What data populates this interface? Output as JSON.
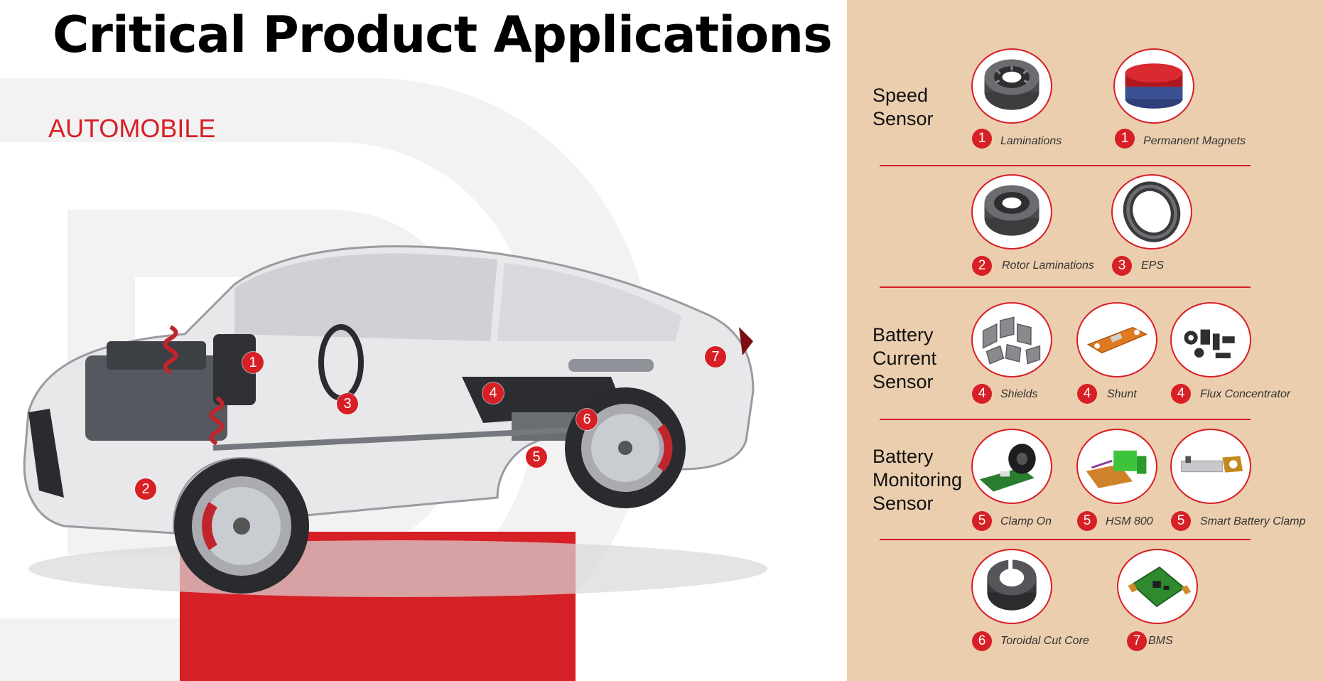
{
  "title": "Critical Product Applications",
  "category": "AUTOMOBILE",
  "car_markers": [
    "1",
    "2",
    "3",
    "4",
    "5",
    "6",
    "7"
  ],
  "groups": {
    "speed_sensor": "Speed\nSensor",
    "battery_current_sensor": "Battery\nCurrent\nSensor",
    "battery_monitoring_sensor": "Battery\nMonitoring\nSensor"
  },
  "items": [
    {
      "num": "1",
      "name": "Laminations",
      "icon": "lamination-icon"
    },
    {
      "num": "1",
      "name": "Permanent Magnets",
      "icon": "magnet-icon"
    },
    {
      "num": "2",
      "name": "Rotor Laminations",
      "icon": "rotor-lamination-icon"
    },
    {
      "num": "3",
      "name": "EPS",
      "icon": "eps-ring-icon"
    },
    {
      "num": "4",
      "name": "Shields",
      "icon": "shields-icon"
    },
    {
      "num": "4",
      "name": "Shunt",
      "icon": "shunt-icon"
    },
    {
      "num": "4",
      "name": "Flux Concentrator",
      "icon": "flux-concentrator-icon"
    },
    {
      "num": "5",
      "name": "Clamp On",
      "icon": "clamp-on-icon"
    },
    {
      "num": "5",
      "name": "HSM 800",
      "icon": "hsm-800-icon"
    },
    {
      "num": "5",
      "name": "Smart Battery Clamp",
      "icon": "smart-battery-clamp-icon"
    },
    {
      "num": "6",
      "name": "Toroidal Cut Core",
      "icon": "toroidal-core-icon"
    },
    {
      "num": "7",
      "name": "BMS",
      "icon": "bms-board-icon"
    }
  ],
  "colors": {
    "accent": "#d71f26",
    "panel": "#ebceae",
    "text": "#111111"
  }
}
